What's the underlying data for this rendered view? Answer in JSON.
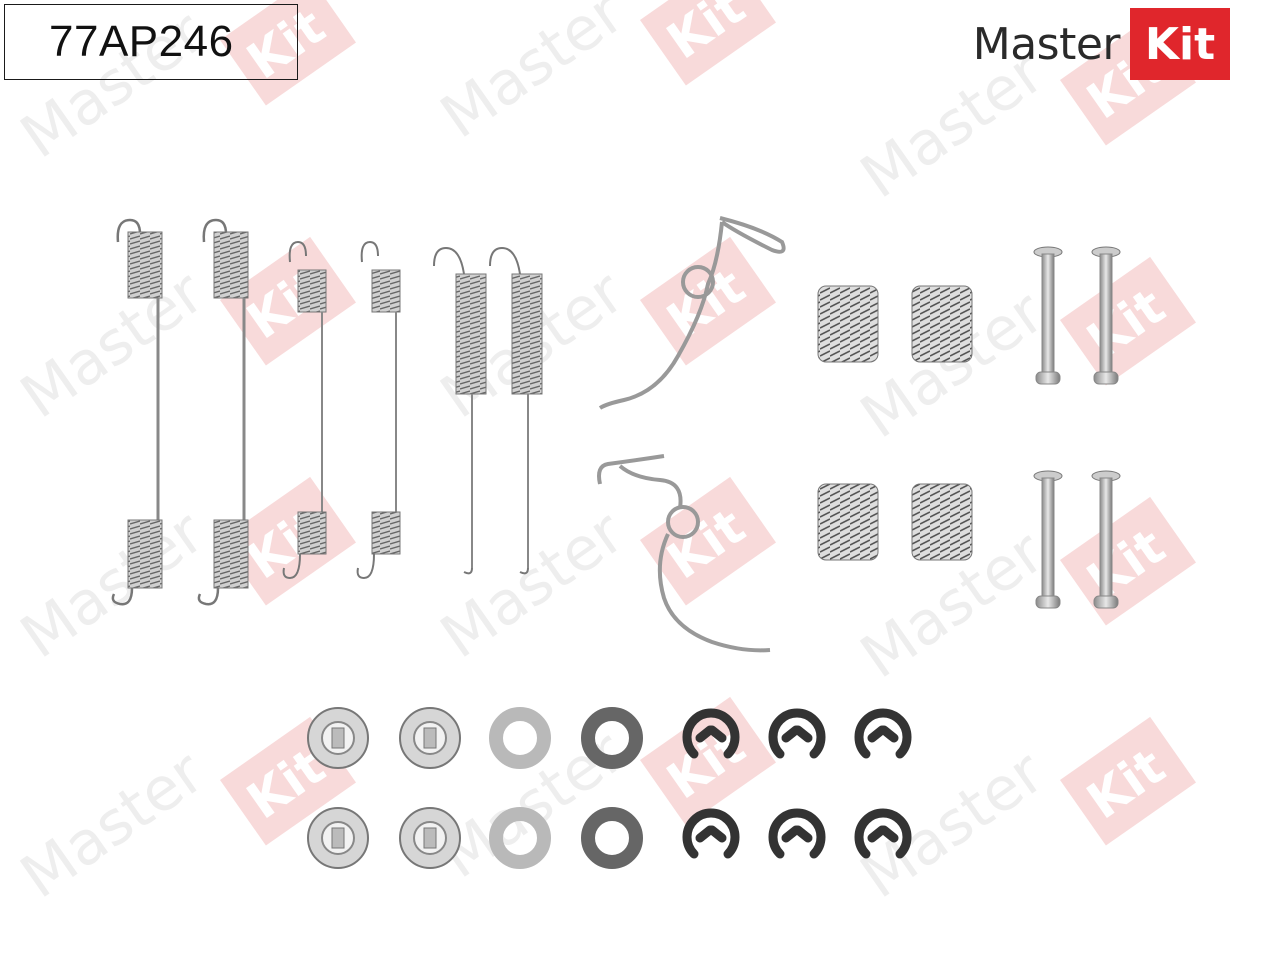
{
  "part_number": "77AP246",
  "brand": {
    "name_main": "Master",
    "name_accent": "Kit",
    "accent_color": "#e0262c",
    "watermark_color": "#f3c9c9"
  },
  "contents": {
    "long_springs": 2,
    "medium_springs": 2,
    "hook_springs": 2,
    "bent_wire_springs": 2,
    "compression_springs": 4,
    "hold_down_pins": 4,
    "spring_caps": 4,
    "flat_washers": 4,
    "e_clips": 6
  }
}
